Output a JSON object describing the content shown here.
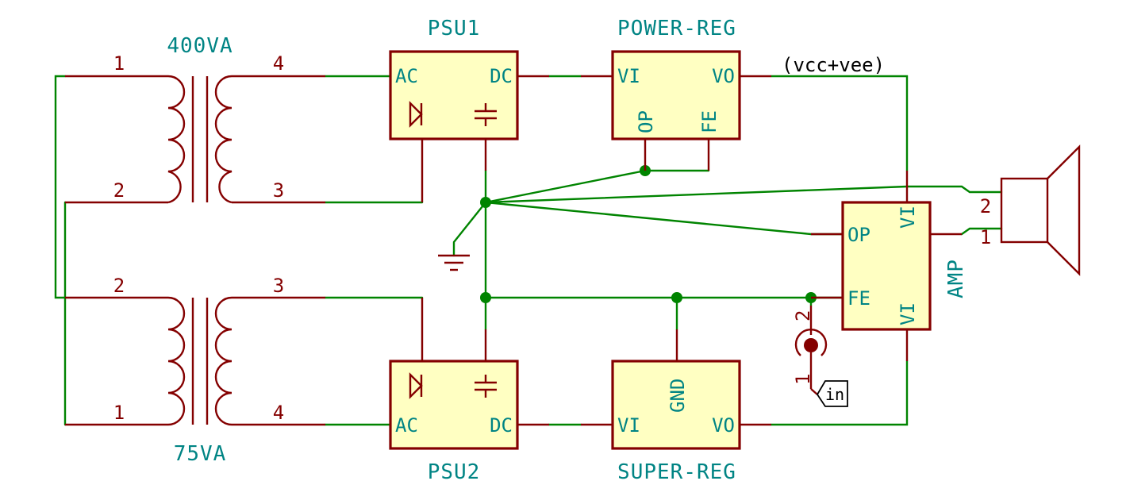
{
  "transformers": {
    "top": {
      "ref": "400VA",
      "pins": {
        "p1": "1",
        "p2": "2",
        "p3": "3",
        "p4": "4"
      }
    },
    "bottom": {
      "ref": "75VA",
      "pins": {
        "p1": "1",
        "p2": "2",
        "p3": "3",
        "p4": "4"
      }
    }
  },
  "psu1": {
    "ref": "PSU1",
    "pin_ac": "AC",
    "pin_dc": "DC"
  },
  "psu2": {
    "ref": "PSU2",
    "pin_ac": "AC",
    "pin_dc": "DC"
  },
  "power_reg": {
    "ref": "POWER-REG",
    "pin_vi": "VI",
    "pin_vo": "VO",
    "pin_op": "OP",
    "pin_fe": "FE"
  },
  "super_reg": {
    "ref": "SUPER-REG",
    "pin_vi": "VI",
    "pin_vo": "VO",
    "pin_gnd": "GND"
  },
  "amp": {
    "ref": "AMP",
    "pin_op": "OP",
    "pin_fe": "FE",
    "pin_vi_top": "VI",
    "pin_vi_bottom": "VI"
  },
  "speaker": {
    "pin1": "1",
    "pin2": "2"
  },
  "input_jack": {
    "pin1": "1",
    "pin2": "2"
  },
  "net_labels": {
    "vcc_vee": "(vcc+vee)",
    "input": "in"
  },
  "colors": {
    "wire": "#008400",
    "pin": "#840000",
    "body_fill": "#ffffc2",
    "ref_text": "#008484",
    "net_label": "#000000"
  }
}
